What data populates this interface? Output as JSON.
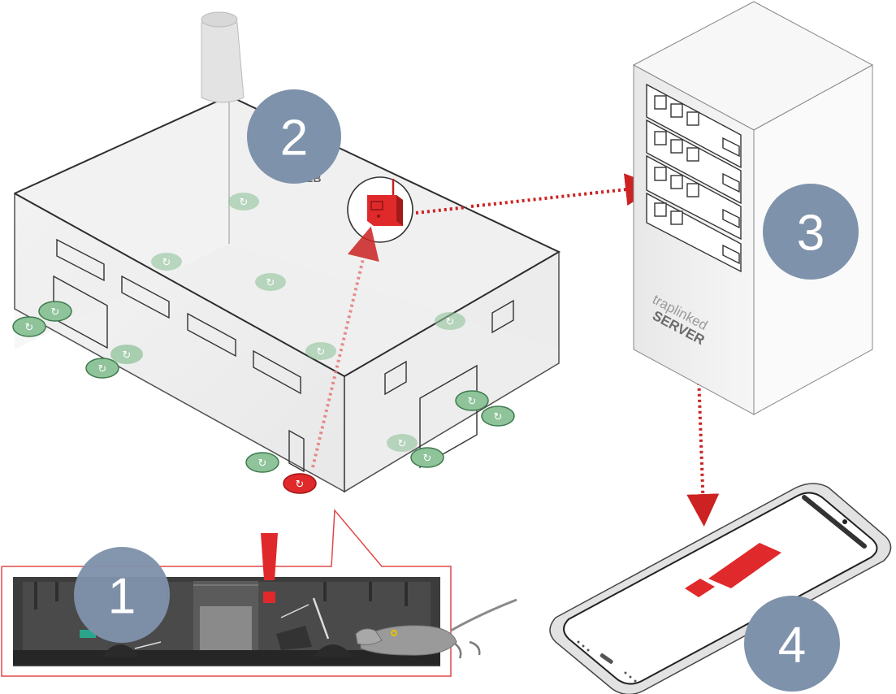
{
  "steps": {
    "one": "1",
    "two": "2",
    "three": "3",
    "four": "4"
  },
  "server": {
    "brand": "traplinked",
    "label": "SERVER"
  },
  "building": {
    "wall_text": "EB"
  },
  "colors": {
    "step_badge": "#7f92ab",
    "alert_red": "#e0292b",
    "trap_green": "#8fc39a",
    "trap_green_dark": "#3e7b4d",
    "link_dots": "#cc2222"
  },
  "icons": {
    "trap": "trap-sensor-icon",
    "gateway": "gateway-router-icon",
    "alert": "exclamation-icon",
    "rodent": "mouse-icon"
  }
}
